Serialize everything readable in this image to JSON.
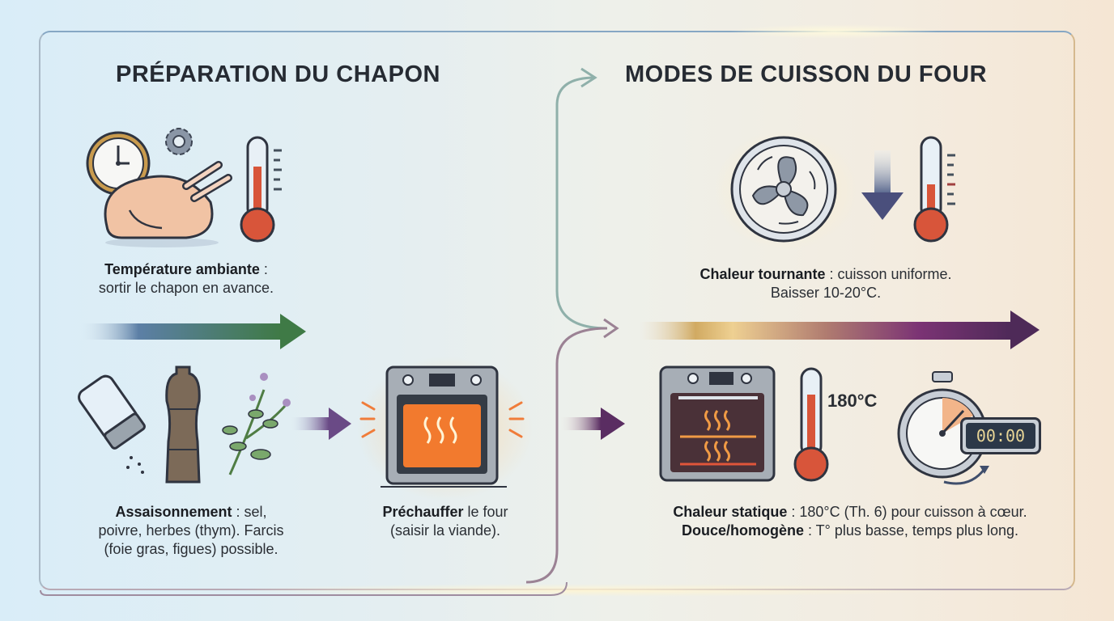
{
  "sections": {
    "left": {
      "title": "PRÉPARATION DU CHAPON",
      "steps": [
        {
          "bold": "Température ambiante",
          "rest_line1": " :",
          "line2": "sortir le chapon en avance.",
          "icons": [
            "clock-icon",
            "gear-icon",
            "chicken-icon",
            "thermometer-icon"
          ]
        },
        {
          "bold": "Assaisonnement",
          "rest_line1": " : sel,",
          "line2": "poivre, herbes (thym). Farcis",
          "line3": "(foie gras, figues) possible.",
          "icons": [
            "salt-shaker-icon",
            "pepper-mill-icon",
            "thyme-icon"
          ]
        },
        {
          "bold": "Préchauffer",
          "rest_line1": " le four",
          "line2": "(saisir la viande).",
          "icons": [
            "hot-oven-icon"
          ]
        }
      ]
    },
    "right": {
      "title": "MODES DE CUISSON DU FOUR",
      "modes": [
        {
          "bold": "Chaleur tournante",
          "rest_line1": " : cuisson uniforme.",
          "line2": "Baisser 10-20°C.",
          "icons": [
            "fan-icon",
            "down-arrow-icon",
            "thermometer-icon"
          ]
        },
        {
          "bold": "Chaleur statique",
          "rest_line1": " : 180°C (Th. 6) pour cuisson à cœur.",
          "bold2": "Douce/homogène",
          "rest_line2": " : T° plus basse, temps plus long.",
          "temperature_label": "180°C",
          "timer_display": "00:00",
          "icons": [
            "oven-icon",
            "thermometer-icon",
            "stopwatch-icon"
          ]
        }
      ]
    }
  },
  "colors": {
    "title": "#262b33",
    "green_arrow": "#3f7a46",
    "purple_arrow": "#5a2d62",
    "gold": "#d9b26a",
    "connector_teal": "#8fb0aa",
    "connector_mauve": "#9b8294",
    "thermo_red": "#d8553a",
    "oven_glow": "#f59a3a"
  }
}
